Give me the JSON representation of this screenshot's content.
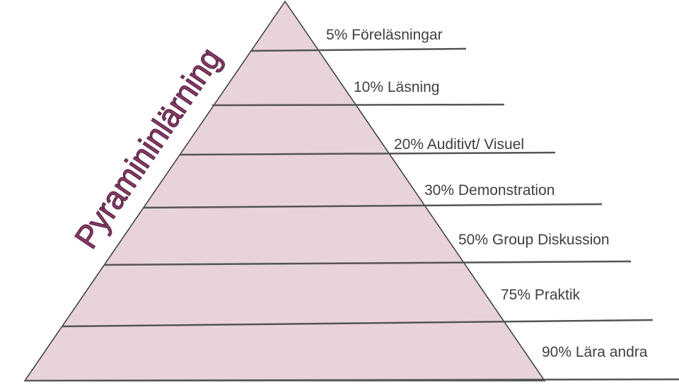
{
  "diagram": {
    "title": "Pyramininlärning",
    "levels": [
      {
        "label": "5% Föreläsningar"
      },
      {
        "label": "10% Läsning"
      },
      {
        "label": "20% Auditivt/ Visuel"
      },
      {
        "label": "30% Demonstration"
      },
      {
        "label": "50% Group Diskussion"
      },
      {
        "label": "75% Praktik"
      },
      {
        "label": "90% Lära andra"
      }
    ],
    "colors": {
      "pyramid_fill": "#e8d3dd",
      "outline": "#3a3a3a",
      "divider": "#555555",
      "title_fill": "#8a3a6a"
    }
  }
}
